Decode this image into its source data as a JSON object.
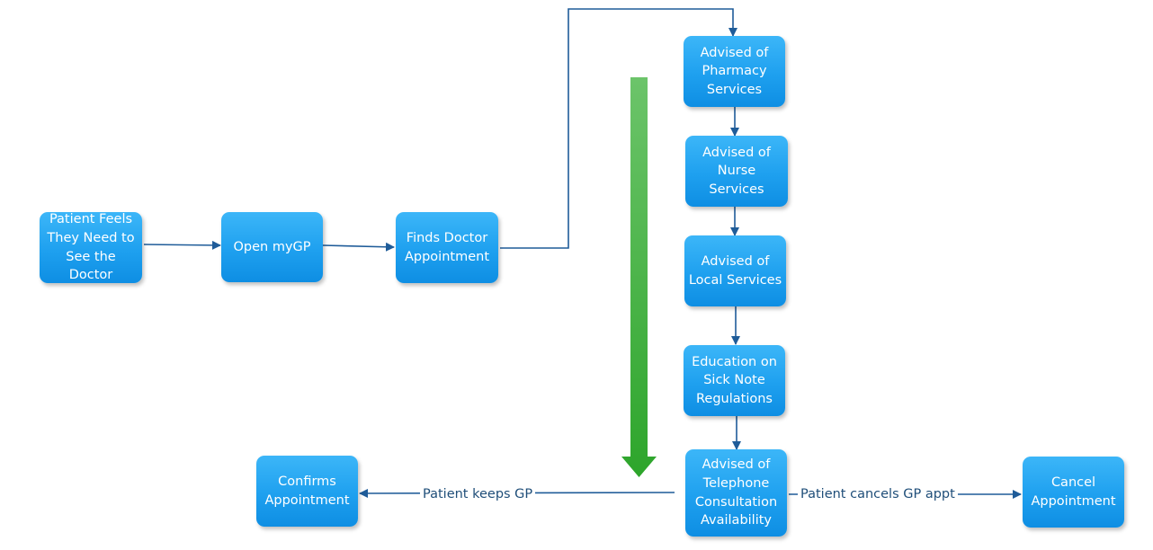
{
  "nodes": {
    "patient_feels": "Patient Feels They Need to See the Doctor",
    "open_mygp": "Open myGP",
    "finds_doctor": "Finds Doctor Appointment",
    "pharmacy": "Advised of Pharmacy Services",
    "nurse": "Advised of Nurse Services",
    "local": "Advised of Local Services",
    "sick_note": "Education on Sick Note Regulations",
    "telephone": "Advised of Telephone Consultation Availability",
    "confirms": "Confirms Appointment",
    "cancel": "Cancel Appointment"
  },
  "edge_labels": {
    "keeps": "Patient keeps GP",
    "cancels": "Patient cancels GP appt"
  },
  "colors": {
    "node": "#1ea0ef",
    "connector": "#1f5c99",
    "progress_arrow": "#3aaa35"
  }
}
